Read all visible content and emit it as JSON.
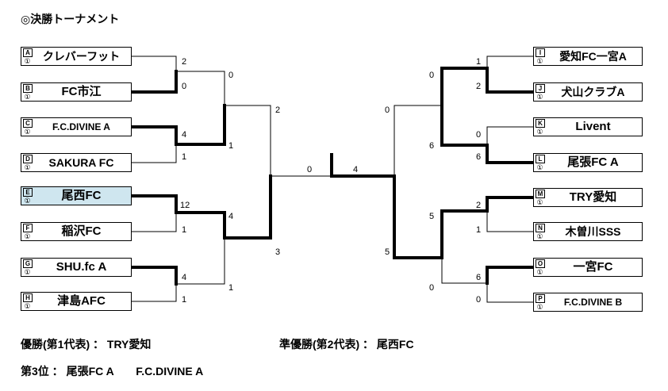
{
  "title": "◎決勝トーナメント",
  "left_teams": [
    {
      "letter": "A",
      "num": "①",
      "name": "クレバーフット",
      "highlight": false
    },
    {
      "letter": "B",
      "num": "①",
      "name": "FC市江",
      "highlight": false
    },
    {
      "letter": "C",
      "num": "①",
      "name": "F.C.DIVINE A",
      "highlight": false
    },
    {
      "letter": "D",
      "num": "①",
      "name": "SAKURA FC",
      "highlight": false
    },
    {
      "letter": "E",
      "num": "①",
      "name": "尾西FC",
      "highlight": true
    },
    {
      "letter": "F",
      "num": "①",
      "name": "稲沢FC",
      "highlight": false
    },
    {
      "letter": "G",
      "num": "①",
      "name": "SHU.fc A",
      "highlight": false
    },
    {
      "letter": "H",
      "num": "①",
      "name": "津島AFC",
      "highlight": false
    }
  ],
  "right_teams": [
    {
      "letter": "I",
      "num": "①",
      "name": "愛知FC一宮A",
      "highlight": false
    },
    {
      "letter": "J",
      "num": "①",
      "name": "犬山クラブA",
      "highlight": false
    },
    {
      "letter": "K",
      "num": "①",
      "name": "Livent",
      "highlight": false
    },
    {
      "letter": "L",
      "num": "①",
      "name": "尾張FC A",
      "highlight": false
    },
    {
      "letter": "M",
      "num": "①",
      "name": "TRY愛知",
      "highlight": false
    },
    {
      "letter": "N",
      "num": "①",
      "name": "木曽川SSS",
      "highlight": false
    },
    {
      "letter": "O",
      "num": "①",
      "name": "一宮FC",
      "highlight": false
    },
    {
      "letter": "P",
      "num": "①",
      "name": "F.C.DIVINE B",
      "highlight": false
    }
  ],
  "scores": {
    "left_r1": [
      "2",
      "0",
      "4",
      "1",
      "12",
      "1",
      "4",
      "1"
    ],
    "left_r2": [
      "0",
      "1",
      "4",
      "1"
    ],
    "left_r3": [
      "2",
      "3"
    ],
    "final": [
      "0",
      "4"
    ],
    "right_r3": [
      "0",
      "5"
    ],
    "right_r2": [
      "0",
      "6",
      "5",
      "0"
    ],
    "right_r1": [
      "1",
      "2",
      "0",
      "6",
      "2",
      "1",
      "6",
      "0"
    ]
  },
  "results": {
    "line1_left": "優勝(第1代表) ： TRY愛知",
    "line1_right": "準優勝(第2代表) ： 尾西FC",
    "line2": "第3位 ： 尾張FC A　　F.C.DIVINE A"
  }
}
